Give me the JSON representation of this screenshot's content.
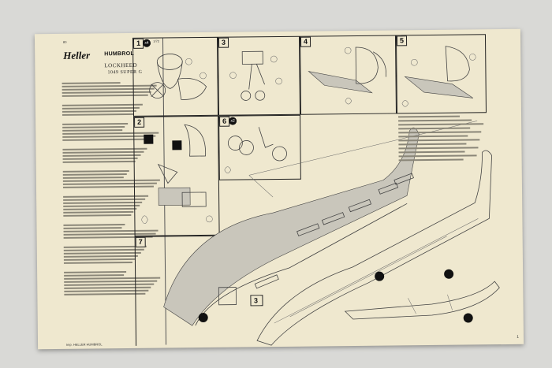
{
  "header": {
    "kit_number": "80 ",
    "scale": "1/72",
    "brand_primary": "Heller",
    "brand_secondary": "HUMBROL",
    "model_line1": "LOCKHEED",
    "model_line2": "1049 SUPER G"
  },
  "steps": [
    {
      "number": "1",
      "multiplier": "x4"
    },
    {
      "number": "2",
      "multiplier": ""
    },
    {
      "number": "3",
      "multiplier": ""
    },
    {
      "number": "4",
      "multiplier": ""
    },
    {
      "number": "5",
      "multiplier": ""
    },
    {
      "number": "6",
      "multiplier": "x2"
    },
    {
      "number": "7",
      "multiplier": ""
    },
    {
      "number": "3",
      "multiplier": ""
    }
  ],
  "footer": {
    "imprint": "Imp. HELLER HUMBROL",
    "page_number": "1"
  },
  "colors": {
    "paper": "#efe8cf",
    "ink": "#222222",
    "background": "#d9d9d6"
  }
}
